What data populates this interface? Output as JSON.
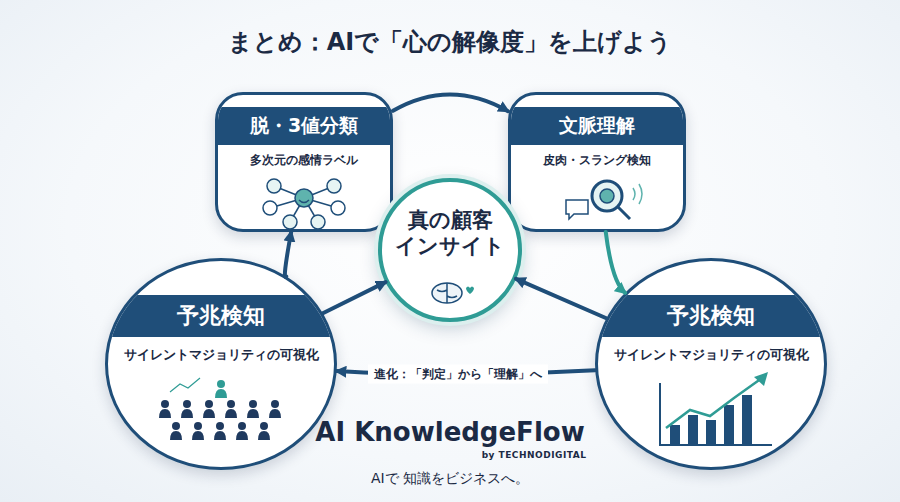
{
  "diagram": {
    "title": "まとめ：AIで「心の解像度」を上げよう",
    "nodes": [
      {
        "text": [
          "脱・3値分類",
          "多次元の感情ラベル"
        ]
      },
      {
        "text": [
          "文脈理解",
          "皮肉・スラング検知"
        ]
      },
      {
        "text": [
          "真の顧客 インサイト"
        ]
      },
      {
        "text": [
          "予兆検知",
          "サイレントマジョリティの可視化"
        ]
      },
      {
        "text": [
          "予兆検知",
          "サイレントマジョリティの可視化"
        ]
      }
    ],
    "edges": [
      {
        "from": 0,
        "to": 1,
        "arrow": "to"
      },
      {
        "from": 1,
        "to": 4,
        "arrow": "to"
      },
      {
        "from": 4,
        "to": 2,
        "arrow": "to"
      },
      {
        "from": 4,
        "to": 3,
        "label": "進化：「判定」から「理解」へ",
        "arrow": "to"
      },
      {
        "from": 3,
        "to": 0,
        "arrow": "to"
      },
      {
        "from": 3,
        "to": 2,
        "arrow": "to"
      }
    ],
    "labels": [
      "AI KnowledgeFlow",
      "by TECHNODIGITAL",
      "AIで 知識をビジネスへ。"
    ]
  }
}
